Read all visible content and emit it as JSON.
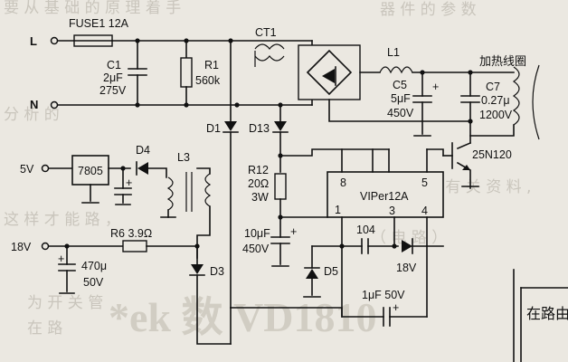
{
  "labels": {
    "L": "L",
    "N": "N",
    "fuse": "FUSE1  12A",
    "ct1": "CT1",
    "c1_name": "C1",
    "c1_val1": "2μF",
    "c1_val2": "275V",
    "r1_name": "R1",
    "r1_val": "560k",
    "d1": "D1",
    "d13": "D13",
    "l1": "L1",
    "c5_name": "C5",
    "c5_val1": "5μF",
    "c5_val2": "450V",
    "coil": "加热线圈",
    "c7_name": "C7",
    "c7_val1": "0.27μ",
    "c7_val2": "1200V",
    "igbt": "25N120",
    "v5": "5V",
    "reg": "7805",
    "d4": "D4",
    "l3": "L3",
    "r12_name": "R12",
    "r12_val1": "20Ω",
    "r12_val2": "3W",
    "cap10_val1": "10μF",
    "cap10_val2": "450V",
    "ic_name": "VIPer12A",
    "pin8": "8",
    "pin5": "5",
    "pin1": "1",
    "pin3": "3",
    "pin4": "4",
    "r6": "R6   3.9Ω",
    "v18": "18V",
    "c470_val1": "470μ",
    "c470_val2": "50V",
    "d3": "D3",
    "d5": "D5",
    "c104": "104",
    "z18": "18V",
    "c1u_val": "1μF   50V",
    "tab_text": "在路由"
  }
}
